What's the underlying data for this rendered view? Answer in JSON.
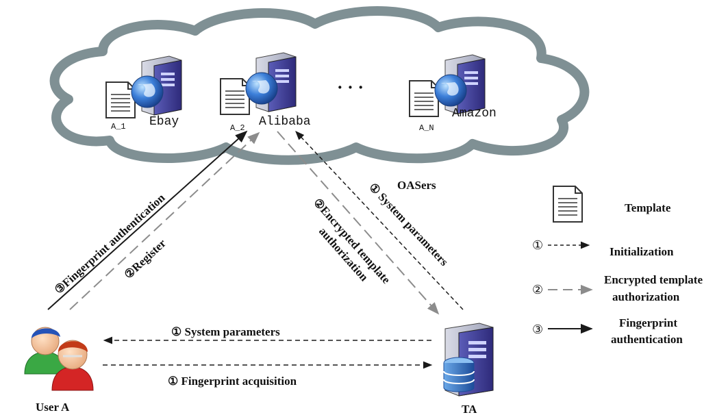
{
  "cloud": {
    "label": "OASers",
    "ellipsis": "· · ·",
    "servers": [
      {
        "template_label": "A_1",
        "name": "Ebay"
      },
      {
        "template_label": "A_2",
        "name": "Alibaba"
      },
      {
        "template_label": "A_N",
        "name": "Amazon"
      }
    ]
  },
  "actors": {
    "user": "User A",
    "ta": "TA"
  },
  "arrows": {
    "fp_auth": "③Fingerprint authentication",
    "register": "②Register",
    "enc_template": [
      "②Encrypted template",
      "authorization"
    ],
    "sys_params_diag": "① System parameters",
    "sys_params_horiz": "① System parameters",
    "fp_acquisition": "① Fingerprint acquisition"
  },
  "legend": {
    "template": "Template",
    "items": [
      {
        "marker": "①",
        "label": "Initialization",
        "style": "dashed-black"
      },
      {
        "marker": "②",
        "label_lines": [
          "Encrypted template",
          "authorization"
        ],
        "style": "dashed-gray"
      },
      {
        "marker": "③",
        "label_lines": [
          "Fingerprint",
          "authentication"
        ],
        "style": "solid-black"
      }
    ]
  },
  "colors": {
    "cloud_fill": "#ffffff",
    "cloud_stroke": "#7f9094",
    "arrow_black": "#1a1a1a",
    "arrow_gray": "#8c8c8c",
    "server_body": "#3d3a8f",
    "globe": "#2a5fbf"
  }
}
